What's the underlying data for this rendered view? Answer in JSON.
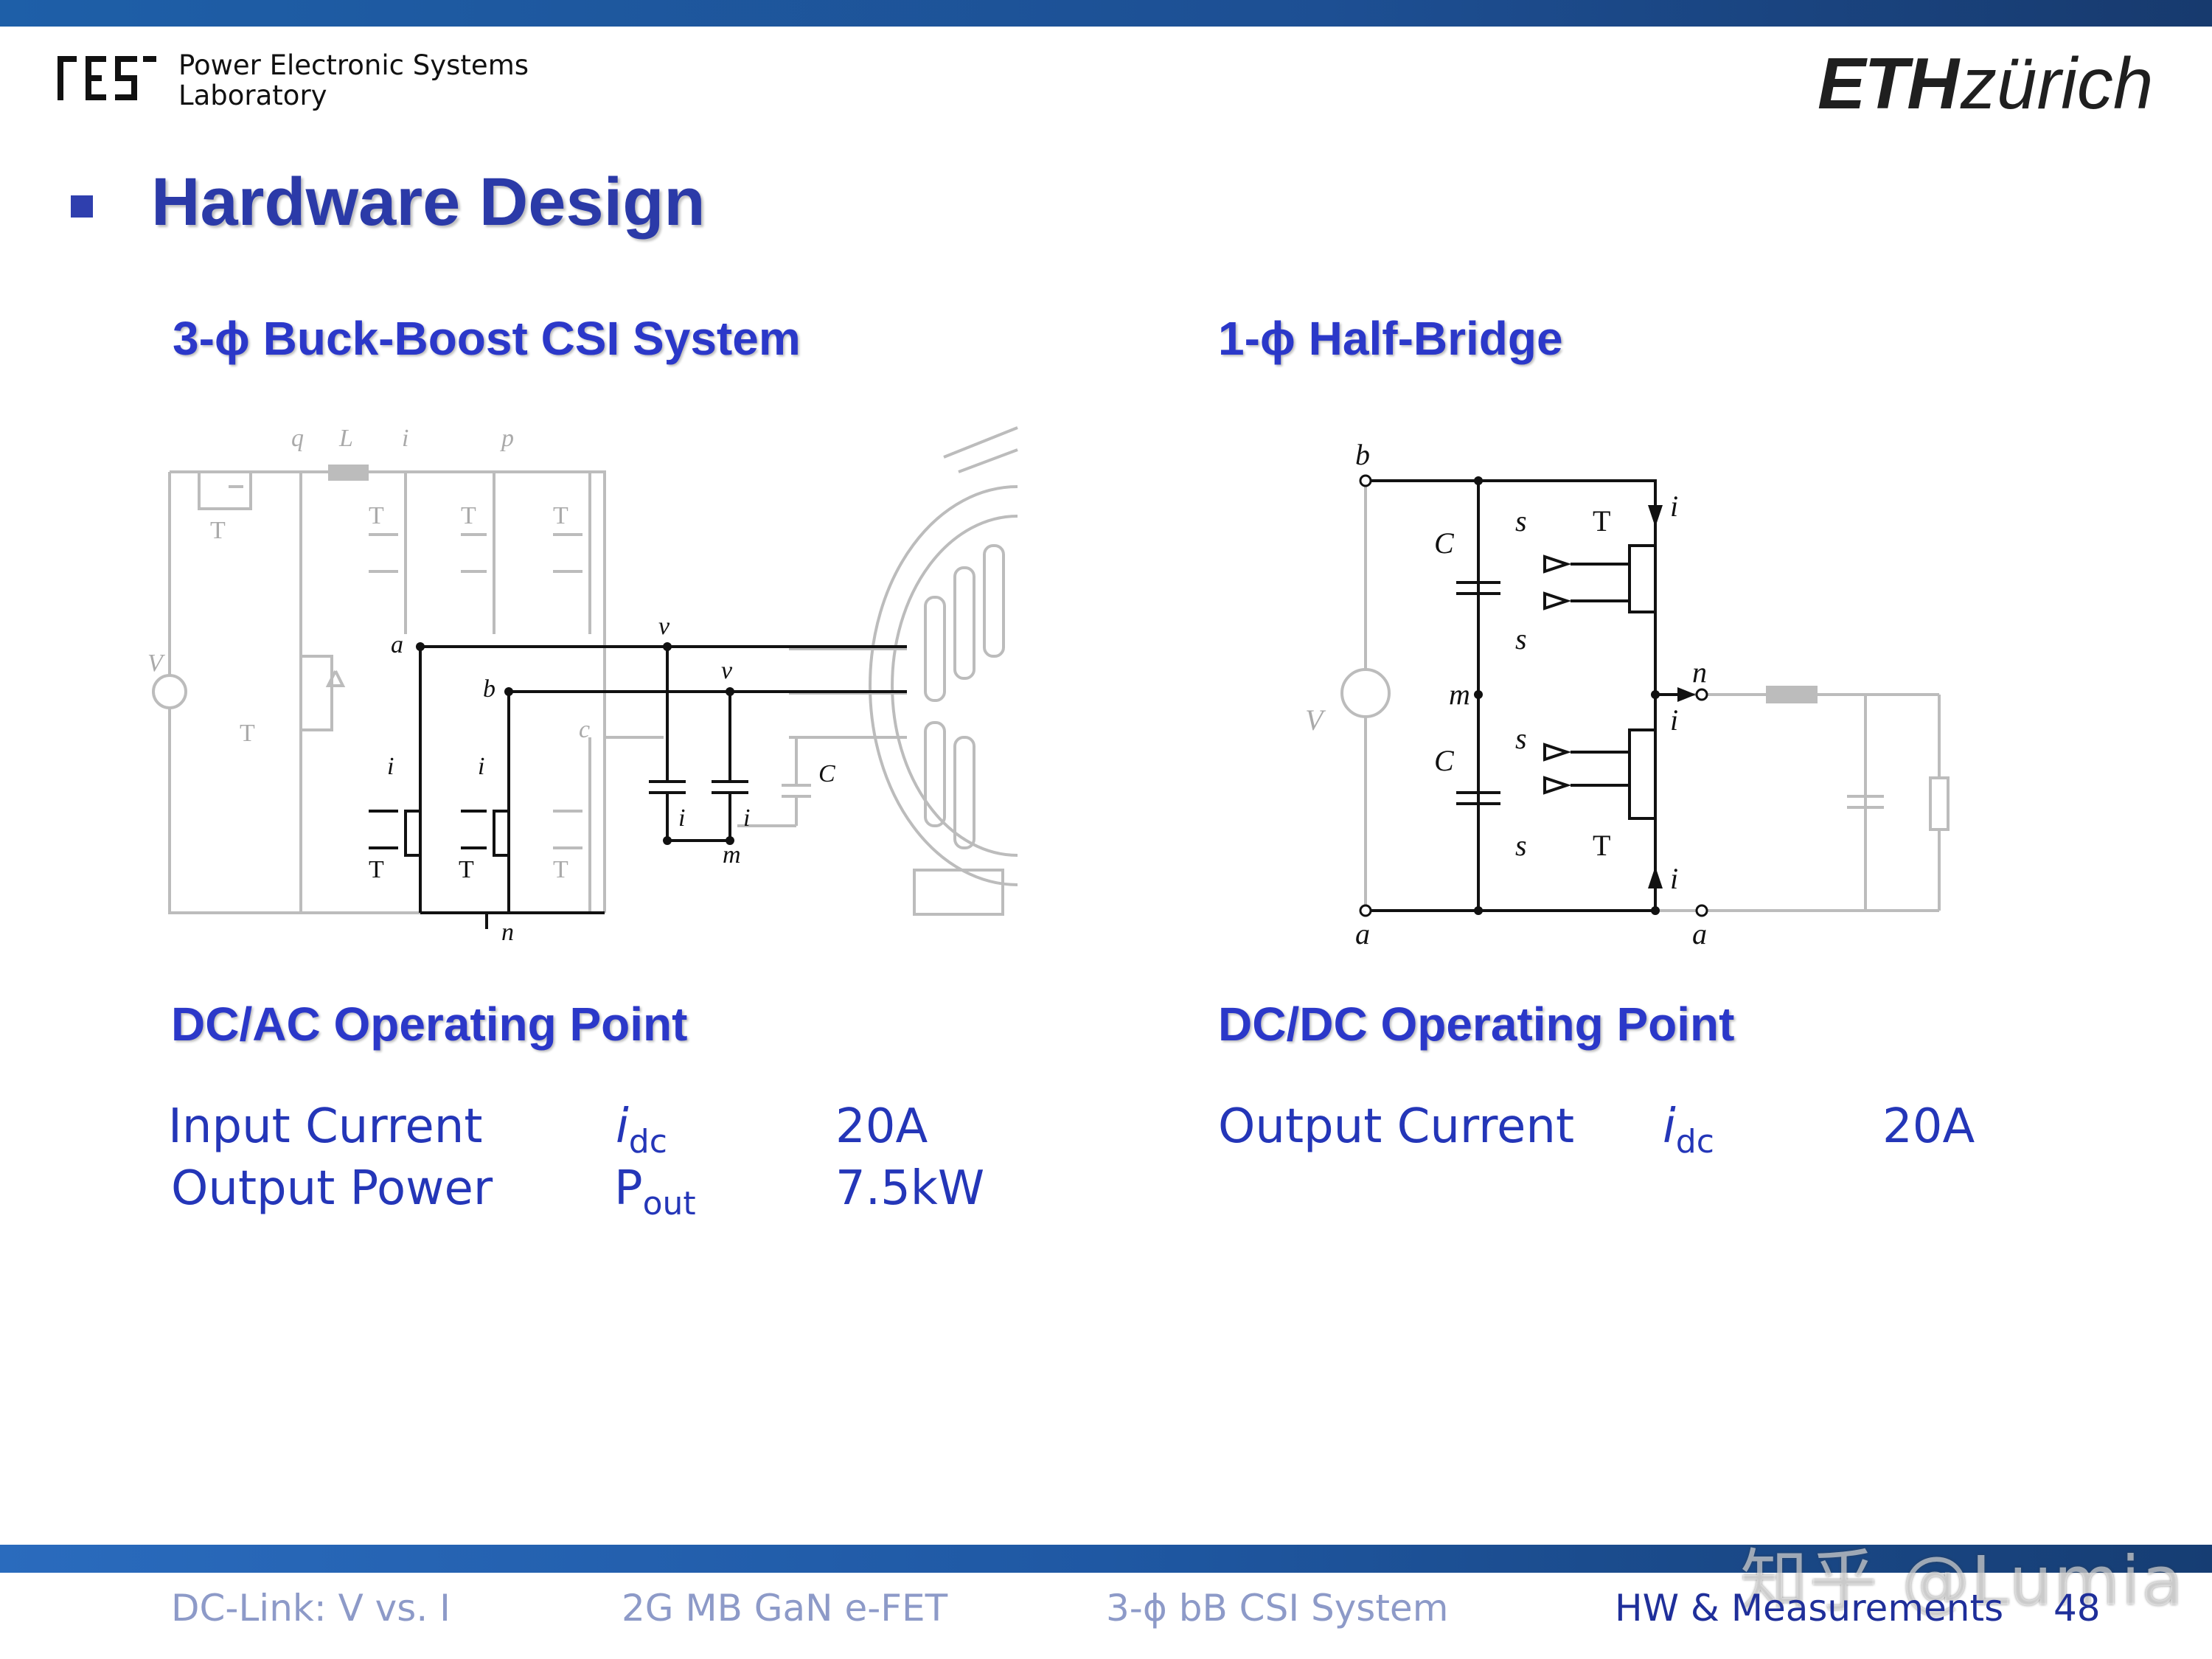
{
  "header": {
    "lab_name_line1": "Power Electronic Systems",
    "lab_name_line2": "Laboratory",
    "eth_logo_bold": "ETH",
    "eth_logo_light": "zürich"
  },
  "title": "Hardware Design",
  "left": {
    "heading": "3-ϕ Buck-Boost CSI System",
    "op_heading": "DC/AC Operating Point",
    "rows": [
      {
        "label": "Input Current",
        "symbol": "i",
        "symbol_sub": "dc",
        "value": "20A"
      },
      {
        "label": "Output Power",
        "symbol": "P",
        "symbol_sub": "out",
        "value": "7.5kW"
      }
    ]
  },
  "right": {
    "heading": "1-ϕ Half-Bridge",
    "op_heading": "DC/DC Operating Point",
    "rows": [
      {
        "label": "Output Current",
        "symbol": "i",
        "symbol_sub": "dc",
        "value": "20A"
      }
    ]
  },
  "footer": {
    "items": [
      "DC-Link: V vs. I",
      "2G MB GaN e-FET",
      "3-ϕ bB CSI System",
      "HW & Measurements"
    ],
    "page_number": "48"
  },
  "watermark": "知乎 @Lumia",
  "colors": {
    "title_blue": "#2b3aa8",
    "heading_blue": "#2b38c9",
    "bar_blue": "#1e5fa8",
    "footer_dim": "#8d9ac8",
    "footer_active": "#1f2f9a"
  }
}
